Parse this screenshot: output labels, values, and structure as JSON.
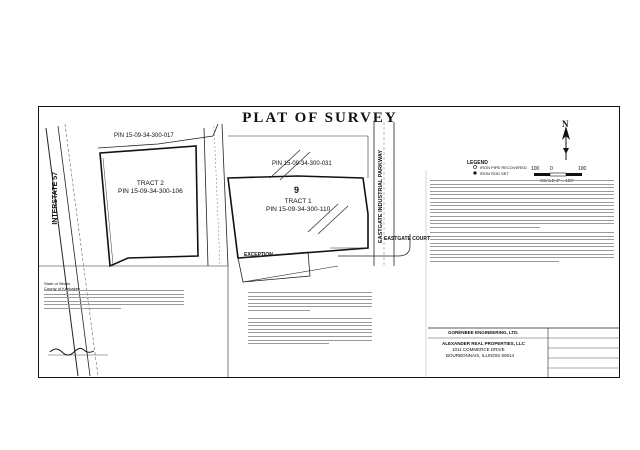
{
  "plat": {
    "title": "PLAT OF SURVEY",
    "pins": {
      "north_parcel": "PIN 15-09-34-300-017",
      "tract2": "PIN 15-09-34-300-106",
      "northeast_parcel": "PIN 15-09-34-300-031",
      "tract1": "PIN 15-09-34-300-110"
    },
    "tracts": {
      "tract2_name": "TRACT 2",
      "tract1_name": "TRACT 1",
      "lot_number": "9"
    },
    "roads": {
      "interstate": "INTERSTATE 57",
      "parkway": "EASTGATE INDUSTRIAL PARKWAY",
      "court": "EASTGATE COURT",
      "exception": "EXCEPTION"
    },
    "north_arrow": "N",
    "legend": {
      "heading": "LEGEND",
      "iron_pipe": "IRON PIPE RECOVERED",
      "iron_rod": "IRON ROD SET"
    },
    "scale": {
      "left": "100",
      "mid": "0",
      "right": "100",
      "text": "SCALE 1\" = 100'"
    }
  },
  "title_block": {
    "firm": "GORENBEE ENGINEERING, LTD.",
    "client": "ALEXANDER REAL PROPERTIES, LLC",
    "address1": "1011 COMMERCE DRIVE",
    "address2": "BOURBONNAIS, ILLINOIS 60914"
  },
  "notes": {
    "state": "State of Illinois",
    "county": "County of Kankakee"
  }
}
